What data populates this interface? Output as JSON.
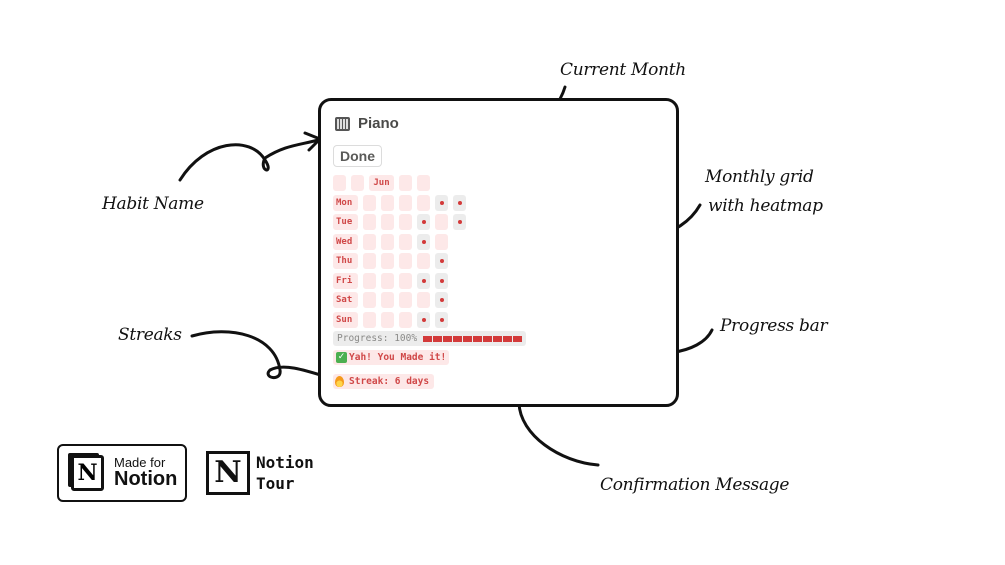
{
  "habit": {
    "icon": "piano-keyboard-icon",
    "name": "Piano",
    "done_label": "Done"
  },
  "grid": {
    "month": "Jun",
    "header_cells": [
      "",
      "",
      "Jun",
      "",
      ""
    ],
    "rows": [
      {
        "day": "Mon",
        "cells": [
          "empty",
          "empty",
          "empty",
          "empty",
          "done",
          "done"
        ]
      },
      {
        "day": "Tue",
        "cells": [
          "empty",
          "empty",
          "empty",
          "done",
          "empty",
          "done"
        ]
      },
      {
        "day": "Wed",
        "cells": [
          "empty",
          "empty",
          "empty",
          "done",
          "empty",
          "none"
        ]
      },
      {
        "day": "Thu",
        "cells": [
          "empty",
          "empty",
          "empty",
          "empty",
          "done",
          "none"
        ]
      },
      {
        "day": "Fri",
        "cells": [
          "empty",
          "empty",
          "empty",
          "done",
          "done",
          "none"
        ]
      },
      {
        "day": "Sat",
        "cells": [
          "empty",
          "empty",
          "empty",
          "empty",
          "done",
          "none"
        ]
      },
      {
        "day": "Sun",
        "cells": [
          "empty",
          "empty",
          "empty",
          "done",
          "done",
          "none"
        ]
      }
    ]
  },
  "progress": {
    "label": "Progress: 100%",
    "percent": 100,
    "segments_total": 10,
    "segments_filled": 10
  },
  "confirmation": {
    "icon": "check-mark-icon",
    "text": "Yah! You Made it!"
  },
  "streak": {
    "icon": "fire-icon",
    "text": "Streak: 6 days"
  },
  "annotations": {
    "current_month": "Current Month",
    "habit_name": "Habit Name",
    "monthly_grid_line1": "Monthly grid",
    "monthly_grid_line2": "with heatmap",
    "progress_bar": "Progress bar",
    "streaks": "Streaks",
    "confirmation_message": "Confirmation Message"
  },
  "badges": {
    "made_for_small": "Made for",
    "made_for_big": "Notion",
    "notion_letter": "N",
    "tour_line1": "Notion",
    "tour_line2": "Tour"
  },
  "colors": {
    "accent_red": "#d33a3a",
    "pink_cell": "#fde8e8",
    "done_cell": "#ececec",
    "label_text": "#d04848"
  }
}
